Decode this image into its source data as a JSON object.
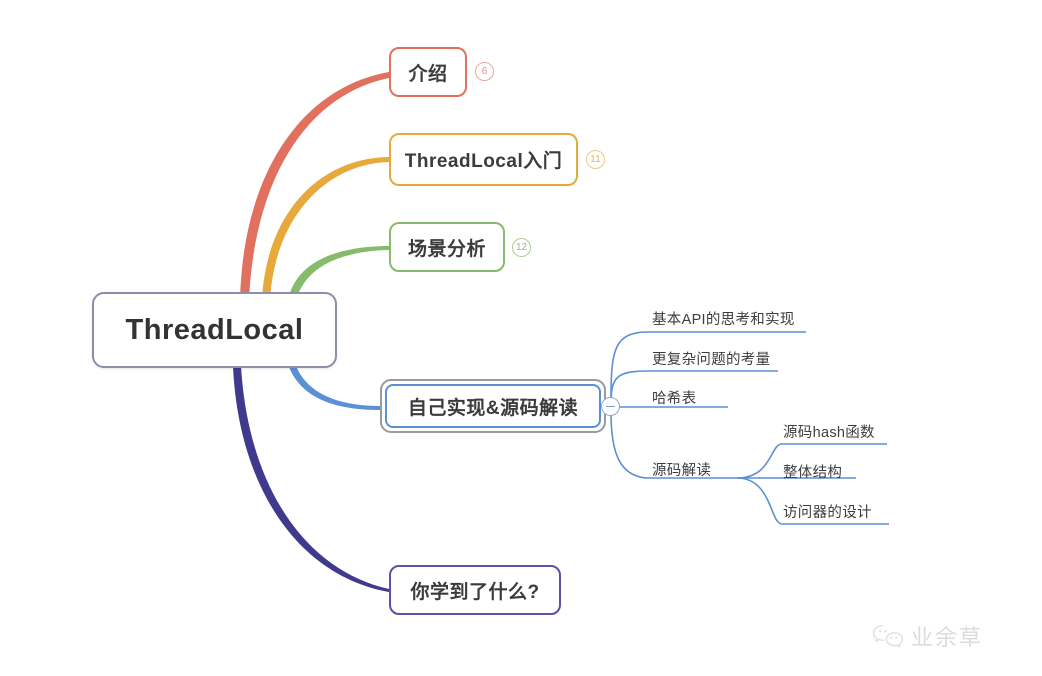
{
  "mindmap": {
    "root": {
      "label": "ThreadLocal"
    },
    "branches": [
      {
        "id": "intro",
        "label": "介绍",
        "color": "#e1705f",
        "badge": "6"
      },
      {
        "id": "getting-started",
        "label": "ThreadLocal入门",
        "color": "#e8a93c",
        "badge": "11"
      },
      {
        "id": "scenario",
        "label": "场景分析",
        "color": "#85bb6a",
        "badge": "12"
      },
      {
        "id": "impl",
        "label": "自己实现&源码解读",
        "color": "#5b8fd6",
        "selected": true,
        "toggle": "minus",
        "children": [
          {
            "id": "api",
            "label": "基本API的思考和实现"
          },
          {
            "id": "complex",
            "label": "更复杂问题的考量"
          },
          {
            "id": "hash",
            "label": "哈希表"
          },
          {
            "id": "source",
            "label": "源码解读",
            "children": [
              {
                "id": "hashfn",
                "label": "源码hash函数"
              },
              {
                "id": "struct",
                "label": "整体结构"
              },
              {
                "id": "visitor",
                "label": "访问器的设计"
              }
            ]
          }
        ]
      },
      {
        "id": "learned",
        "label": "你学到了什么?",
        "color": "#5c50a8"
      }
    ]
  },
  "watermark": {
    "icon": "wechat-icon",
    "text": "业余草"
  }
}
